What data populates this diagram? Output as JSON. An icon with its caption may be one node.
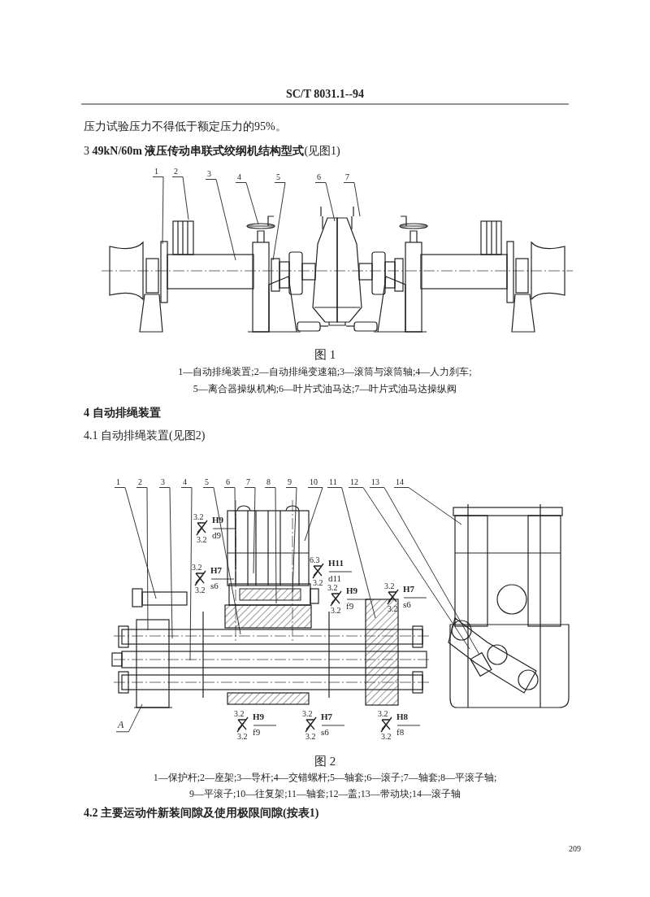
{
  "diagram": {
    "nodes": [
      {
        "text": [
          "1"
        ]
      },
      {
        "text": [
          "2"
        ]
      },
      {
        "text": [
          "3"
        ]
      },
      {
        "text": [
          "4"
        ]
      },
      {
        "text": [
          "5"
        ]
      },
      {
        "text": [
          "6"
        ]
      },
      {
        "text": [
          "7"
        ]
      },
      {
        "text": [
          "1"
        ]
      },
      {
        "text": [
          "2"
        ]
      },
      {
        "text": [
          "3"
        ]
      },
      {
        "text": [
          "4"
        ]
      },
      {
        "text": [
          "5"
        ]
      },
      {
        "text": [
          "6"
        ]
      },
      {
        "text": [
          "7"
        ]
      },
      {
        "text": [
          "8"
        ]
      },
      {
        "text": [
          "9"
        ]
      },
      {
        "text": [
          "10"
        ]
      },
      {
        "text": [
          "11"
        ]
      },
      {
        "text": [
          "12"
        ]
      },
      {
        "text": [
          "13"
        ]
      },
      {
        "text": [
          "14"
        ]
      },
      {
        "text": [
          "A"
        ]
      }
    ],
    "edges": [
      {
        "from": 0,
        "to": null,
        "arrow": "none"
      },
      {
        "from": 1,
        "to": null,
        "arrow": "none"
      },
      {
        "from": 2,
        "to": null,
        "arrow": "none"
      },
      {
        "from": 3,
        "to": null,
        "arrow": "none"
      },
      {
        "from": 4,
        "to": null,
        "arrow": "none"
      },
      {
        "from": 5,
        "to": null,
        "arrow": "none"
      },
      {
        "from": 6,
        "to": null,
        "arrow": "none"
      },
      {
        "from": 7,
        "to": null,
        "arrow": "none"
      },
      {
        "from": 8,
        "to": null,
        "arrow": "none"
      },
      {
        "from": 9,
        "to": null,
        "arrow": "none"
      },
      {
        "from": 10,
        "to": null,
        "arrow": "none"
      },
      {
        "from": 11,
        "to": null,
        "arrow": "none"
      },
      {
        "from": 12,
        "to": null,
        "arrow": "none"
      },
      {
        "from": 13,
        "to": null,
        "arrow": "none"
      },
      {
        "from": 14,
        "to": null,
        "arrow": "none"
      },
      {
        "from": 15,
        "to": null,
        "arrow": "none"
      },
      {
        "from": 16,
        "to": null,
        "arrow": "none"
      },
      {
        "from": 17,
        "to": null,
        "arrow": "none"
      },
      {
        "from": 18,
        "to": null,
        "arrow": "none"
      },
      {
        "from": 19,
        "to": null,
        "arrow": "none"
      },
      {
        "from": 20,
        "to": null,
        "arrow": "none"
      },
      {
        "from": 21,
        "to": null,
        "arrow": "none"
      }
    ],
    "labels": [
      "SC/T 8031.1--94",
      "压力试验压力不得低于额定压力的95%。",
      "3 **49kN/60m 液压传动串联式绞纲机结构型式**(见图1)",
      "图 1",
      "1—自动排绳装置;2—自动排绳变速箱;3—滚筒与滚筒轴;4—人力刹车;",
      "5—离合器操纵机构;6—叶片式油马达;7—叶片式油马达操纵阀",
      "4 自动排绳装置",
      "4.1 自动排绳装置(见图2)",
      "3.2",
      "3.2",
      "H9",
      "d9",
      "6.3",
      "3.2",
      "H11",
      "d11",
      "3.2",
      "3.2",
      "H7",
      "s6",
      "3.2",
      "3.2",
      "H9",
      "f9",
      "3.2",
      "3.2",
      "H7",
      "s6",
      "3.2",
      "3.2",
      "H9",
      "f9",
      "3.2",
      "3.2",
      "H7",
      "s6",
      "3.2",
      "3.2",
      "H8",
      "f8",
      "图 2",
      "1—保护杆;2—座架;3—导杆;4—交错螺杆;5—轴套;6—滚子;7—轴套;8—平滚子轴;",
      "9—平滚子;10—往复架;11—轴套;12—盖;13—带动块;14—滚子轴",
      "4.2 主要运动件新装间隙及使用极限间隙(按表1)",
      "209"
    ]
  }
}
